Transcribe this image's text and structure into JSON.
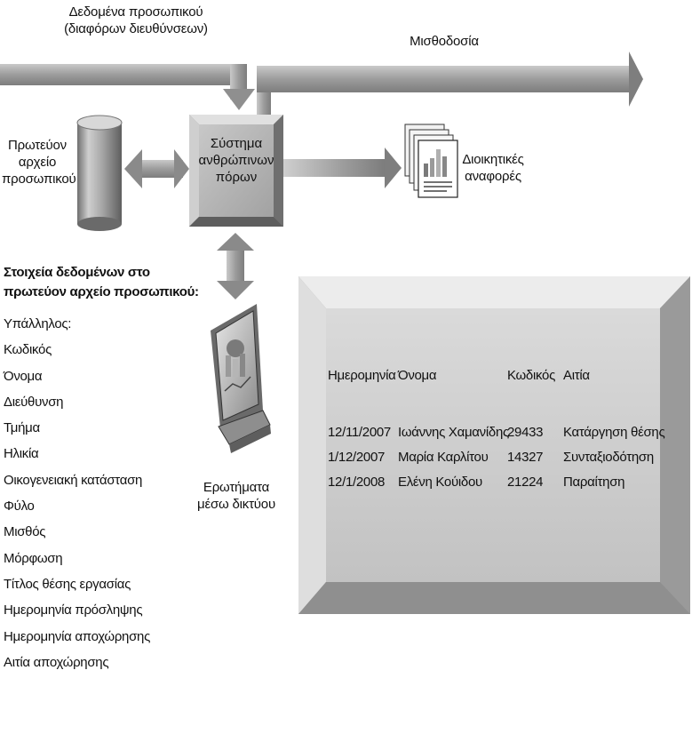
{
  "labels": {
    "personnel_data_line1": "Δεδομένα προσωπικού",
    "personnel_data_line2": "(διαφόρων διευθύνσεων)",
    "payroll": "Μισθοδοσία",
    "master_file_line1": "Πρωτεύον",
    "master_file_line2": "αρχείο",
    "master_file_line3": "προσωπικού",
    "hr_system_line1": "Σύστημα",
    "hr_system_line2": "ανθρώπινων",
    "hr_system_line3": "πόρων",
    "mgmt_reports_line1": "Διοικητικές",
    "mgmt_reports_line2": "αναφορές",
    "web_queries_line1": "Ερωτήματα",
    "web_queries_line2": "μέσω δικτύου"
  },
  "fields": {
    "title_line1": "Στοιχεία δεδομένων στο",
    "title_line2": "πρωτεύον αρχείο προσωπικού:",
    "items": [
      "Υπάλληλος:",
      "Κωδικός",
      "Όνομα",
      "Διεύθυνση",
      "Τμήμα",
      "Ηλικία",
      "Οικογενειακή κατάσταση",
      "Φύλο",
      "Μισθός",
      "Μόρφωση",
      "Τίτλος θέσης εργασίας",
      "Ημερομηνία πρόσληψης",
      "Ημερομηνία αποχώρησης",
      "Αιτία αποχώρησης"
    ]
  },
  "table": {
    "headers": [
      "Ημερομηνία",
      "Όνομα",
      "Κωδικός",
      "Αιτία"
    ],
    "rows": [
      [
        "12/11/2007",
        "Ιωάννης Χαμανίδης",
        "29433",
        "Κατάργηση θέσης"
      ],
      [
        "1/12/2007",
        "Μαρία Καρλίτου",
        "14327",
        "Συνταξιοδότηση"
      ],
      [
        "12/1/2008",
        "Ελένη Κούιδου",
        "21224",
        "Παραίτηση"
      ]
    ]
  },
  "colors": {
    "arrow": "#8a8a8a",
    "arrow_light": "#c4c4c4",
    "box": "#b3b3b3",
    "panel": "#d4d4d4"
  }
}
